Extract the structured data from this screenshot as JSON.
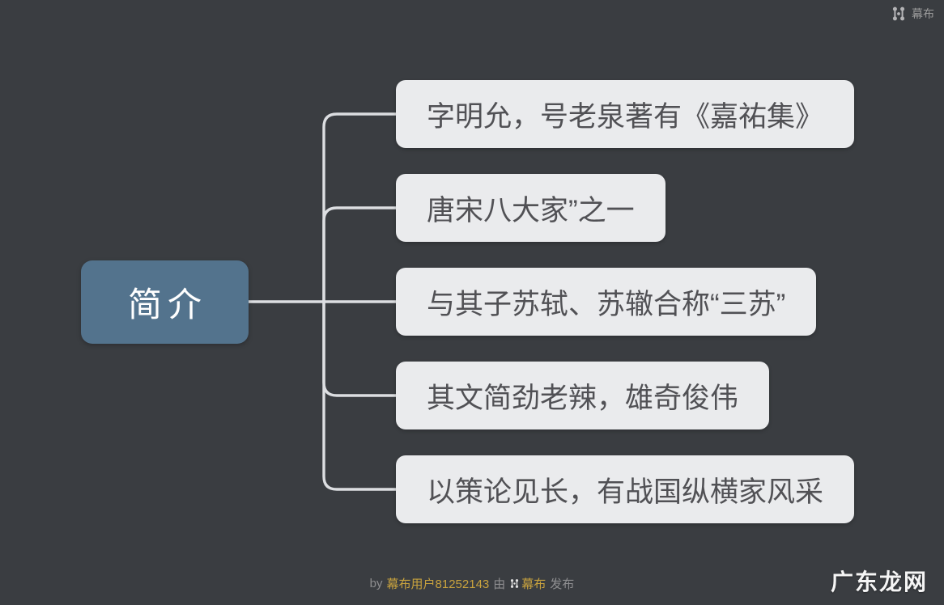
{
  "brand": {
    "name": "幕布",
    "logo_icon": "mubu-logo-icon"
  },
  "mindmap": {
    "root": {
      "label": "简介"
    },
    "children": [
      {
        "label": "字明允，号老泉著有《嘉祐集》"
      },
      {
        "label": "唐宋八大家”之一"
      },
      {
        "label": "与其子苏轼、苏辙合称“三苏”"
      },
      {
        "label": "其文简劲老辣，雄奇俊伟"
      },
      {
        "label": "以策论见长，有战国纵横家风采"
      }
    ]
  },
  "footer": {
    "prefix": "by",
    "author": "幕布用户81252143",
    "via": "由",
    "brand": "幕布",
    "suffix": "发布"
  },
  "watermark": "广东龙网",
  "colors": {
    "background": "#3a3d41",
    "root_node_bg": "#53738d",
    "root_node_text": "#ffffff",
    "child_node_bg": "#eaebed",
    "child_node_text": "#515155",
    "connector": "#dcdee1",
    "brand_text": "#9b9b9b",
    "footer_text": "#8e8e90",
    "footer_link": "#c8a23e",
    "watermark_text": "#f5f5f5"
  }
}
